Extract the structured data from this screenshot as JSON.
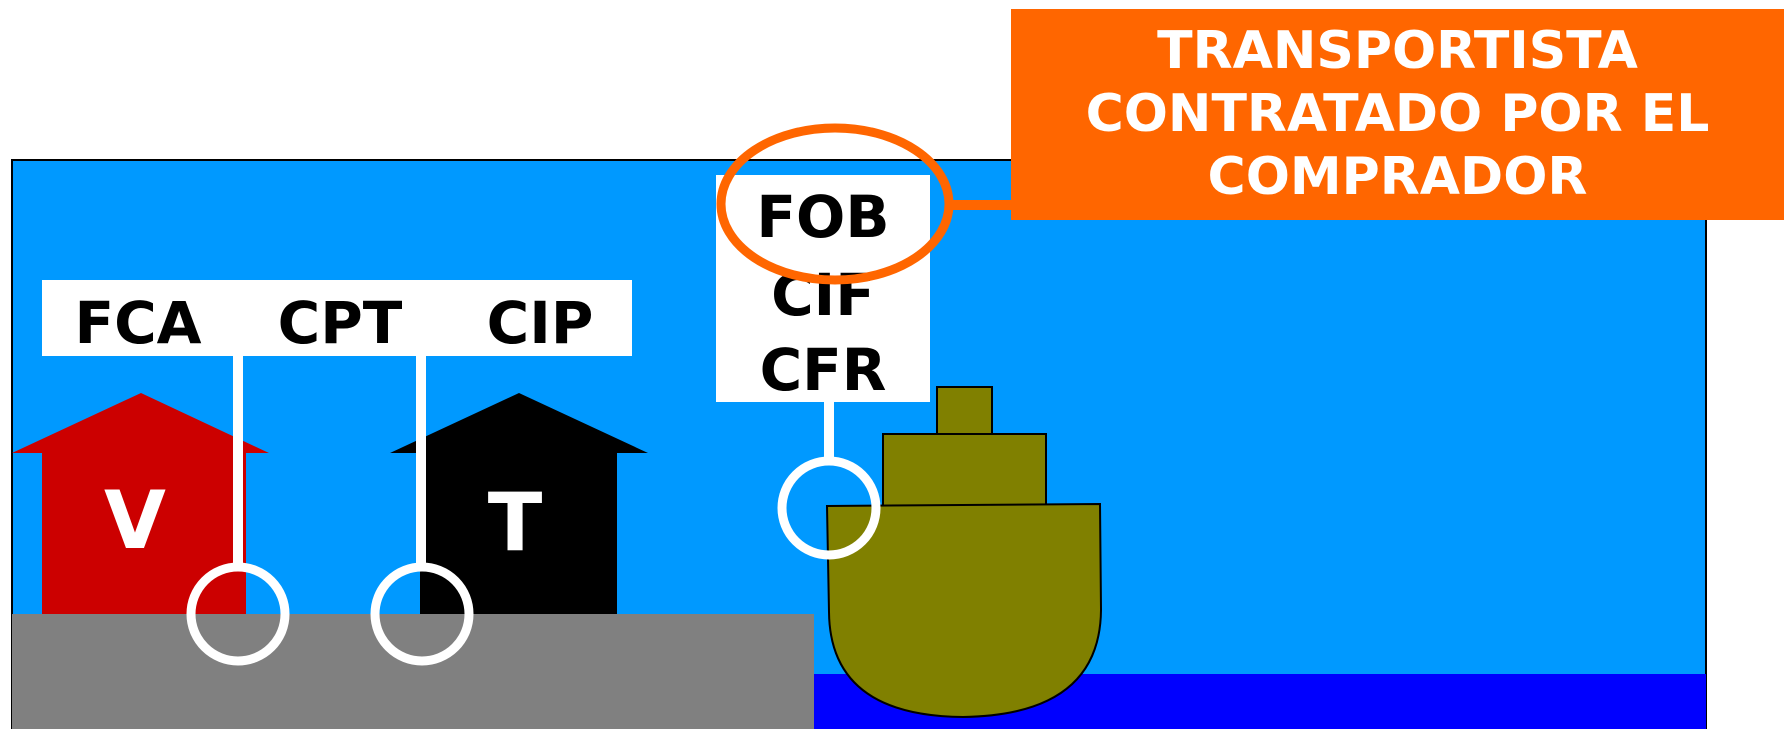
{
  "colors": {
    "sky": "#0099ff",
    "water": "#0000ff",
    "ground": "#808080",
    "seller_building": "#cc0000",
    "terminal_building": "#000000",
    "ship": "#808000",
    "callout": "#ff6600",
    "highlight_ring": "#ff6600",
    "pins": "#ffffff"
  },
  "land_terms": [
    "FCA",
    "CPT",
    "CIP"
  ],
  "sea_terms": [
    "FOB",
    "CIF",
    "CFR"
  ],
  "seller_building_label": "V",
  "terminal_building_label": "T",
  "callout_text": "TRANSPORTISTA\nCONTRATADO POR EL\nCOMPRADOR",
  "highlighted_term": "FOB"
}
